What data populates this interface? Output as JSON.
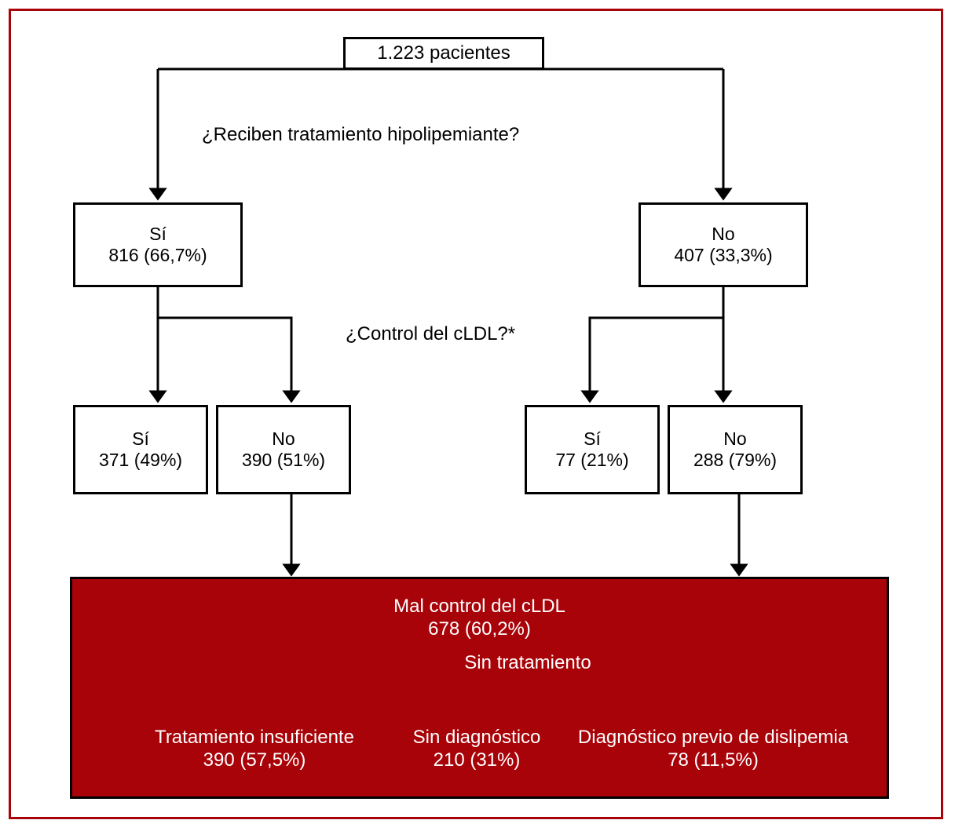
{
  "figure": {
    "type": "flowchart",
    "language": "es",
    "frame_color": "#a80308",
    "panel_color": "#a80308",
    "line_color": "#000000",
    "panel_text_color": "#ffffff"
  },
  "root": {
    "label": "1.223 pacientes"
  },
  "questions": {
    "treatment": "¿Reciben tratamiento hipolipemiante?",
    "control": "¿Control del cLDL?*"
  },
  "level_treatment": {
    "yes": {
      "answer": "Sí",
      "value": "816 (66,7%)"
    },
    "no": {
      "answer": "No",
      "value": "407 (33,3%)"
    }
  },
  "level_control_treated": {
    "yes": {
      "answer": "Sí",
      "value": "371 (49%)"
    },
    "no": {
      "answer": "No",
      "value": "390 (51%)"
    }
  },
  "level_control_untreated": {
    "yes": {
      "answer": "Sí",
      "value": "77 (21%)"
    },
    "no": {
      "answer": "No",
      "value": "288 (79%)"
    }
  },
  "summary": {
    "title": "Mal control del cLDL",
    "title_value": "678 (60,2%)",
    "brace_label": "Sin tratamiento",
    "columns": [
      {
        "label": "Tratamiento insuficiente",
        "value": "390 (57,5%)"
      },
      {
        "label": "Sin diagnóstico",
        "value": "210 (31%)"
      },
      {
        "label": "Diagnóstico previo de dislipemia",
        "value": "78 (11,5%)"
      }
    ]
  }
}
